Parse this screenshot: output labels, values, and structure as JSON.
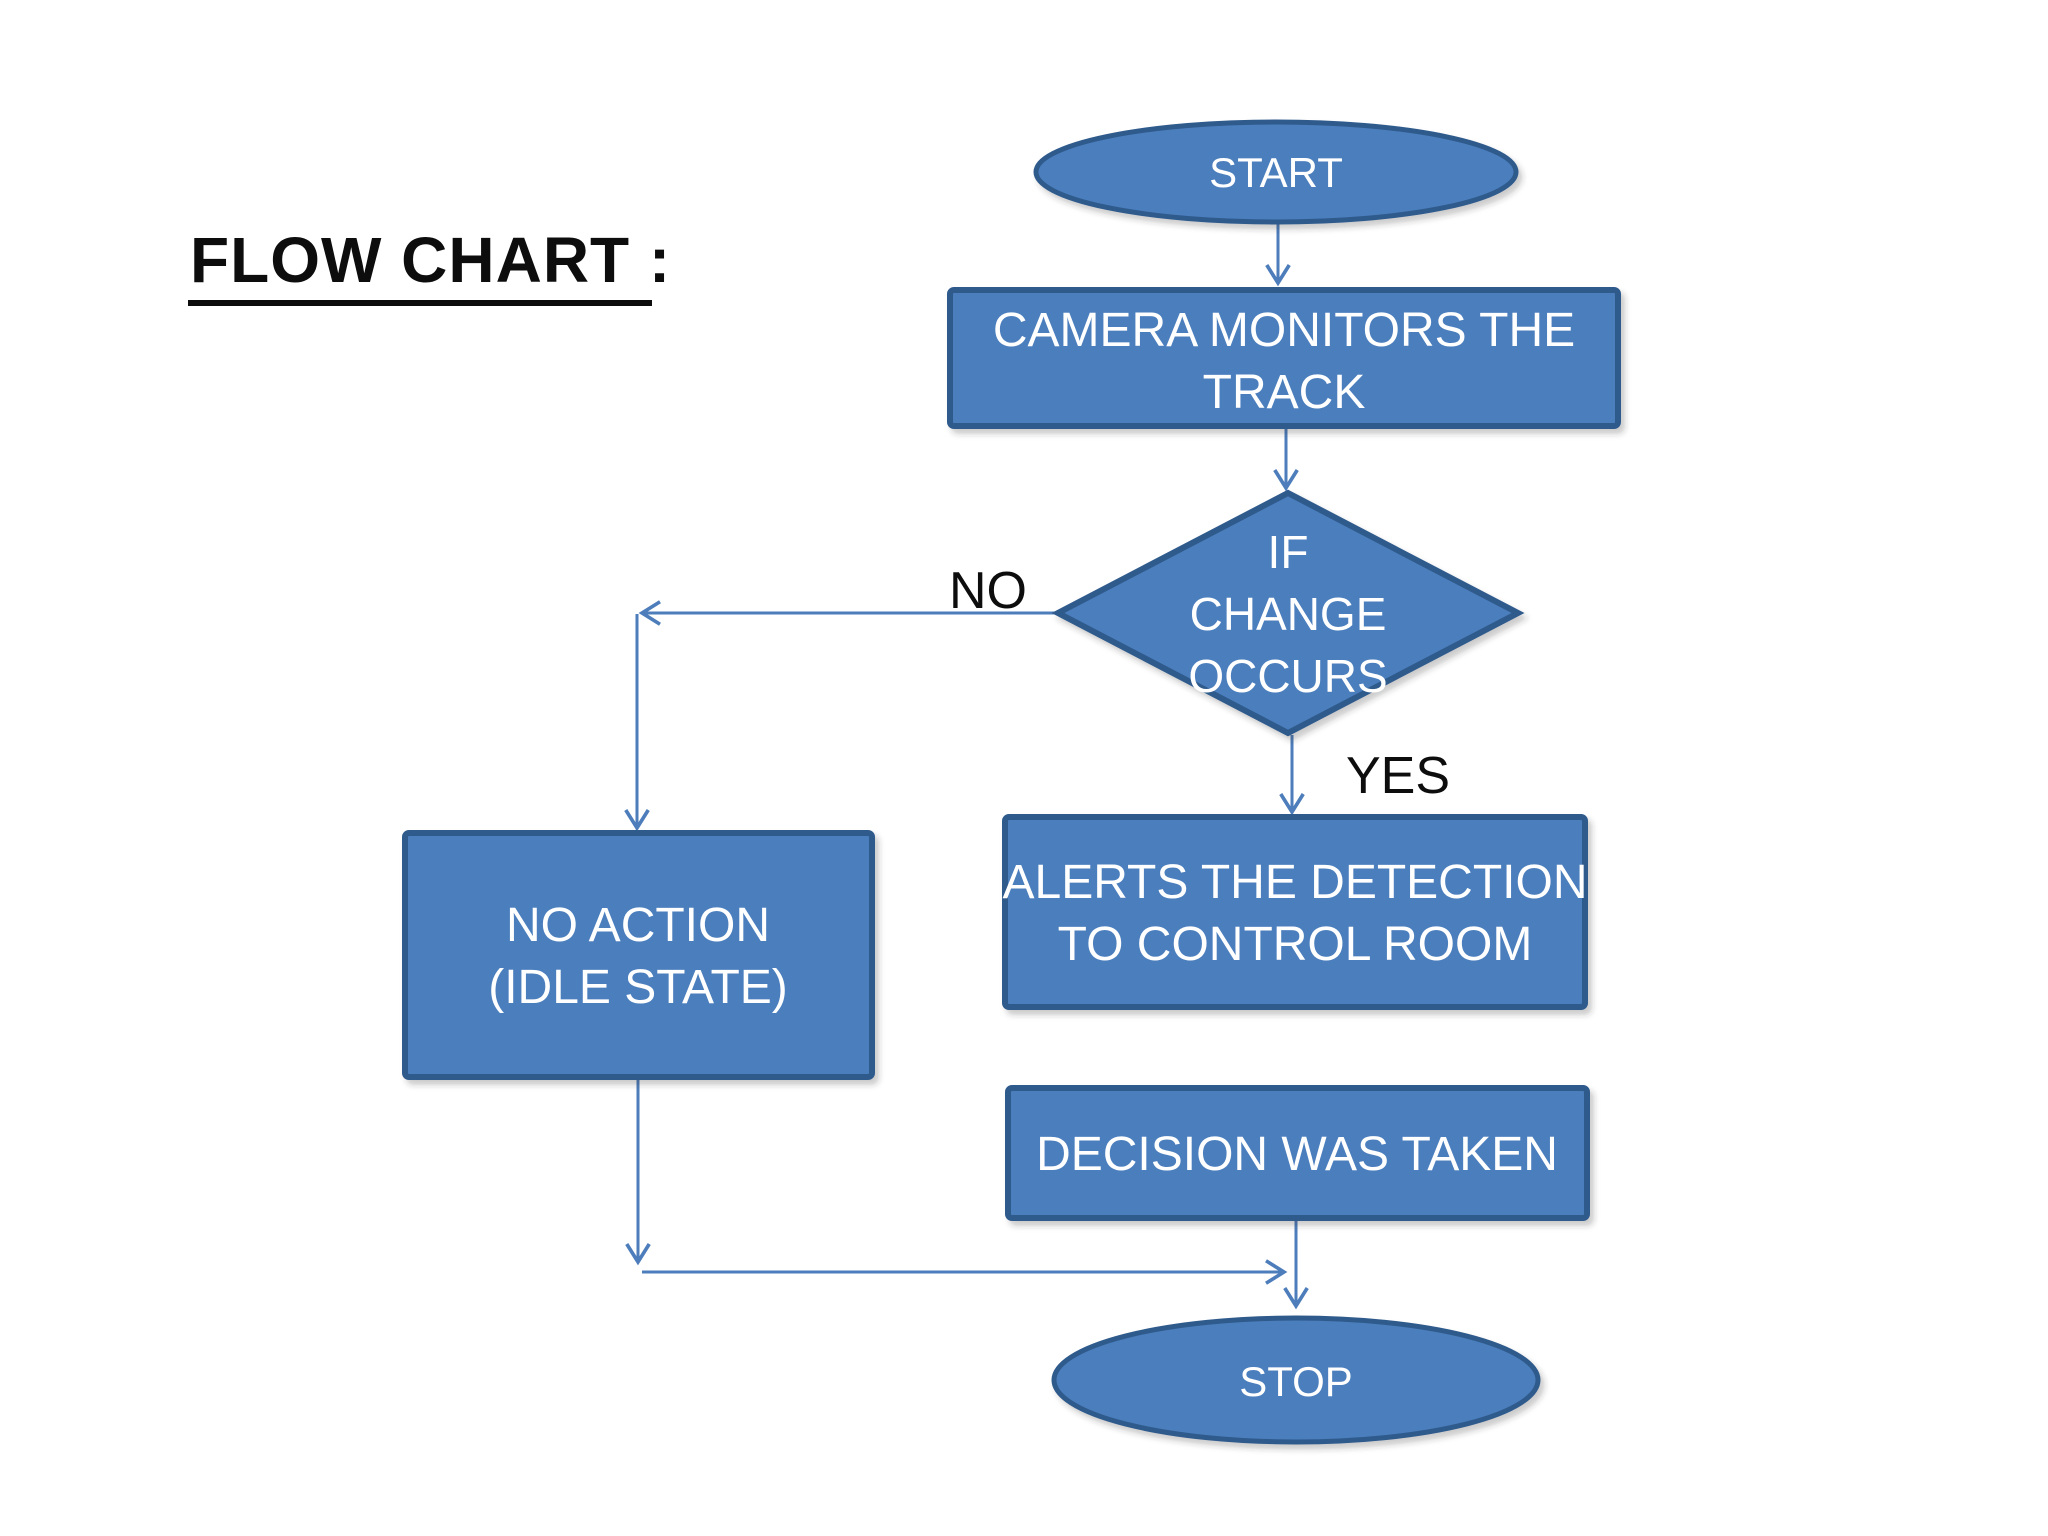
{
  "title": {
    "text": "FLOW CHART :"
  },
  "colors": {
    "background": "#ffffff",
    "node_fill": "#4c7ebd",
    "node_border": "#2f5a8c",
    "connector": "#4d7dbb",
    "node_text": "#ffffff",
    "title_text": "#0d0d0d"
  },
  "flowchart": {
    "nodes": [
      {
        "id": "start",
        "shape": "ellipse",
        "lines": [
          "START"
        ]
      },
      {
        "id": "camera-monitors",
        "shape": "process",
        "lines": [
          "CAMERA MONITORS THE",
          "TRACK"
        ]
      },
      {
        "id": "if-change-occurs",
        "shape": "decision",
        "lines": [
          "IF",
          "CHANGE",
          "OCCURS"
        ]
      },
      {
        "id": "no-action",
        "shape": "process",
        "lines": [
          "NO ACTION",
          "(IDLE STATE)"
        ]
      },
      {
        "id": "alerts-control",
        "shape": "process",
        "lines": [
          "ALERTS THE DETECTION",
          "TO CONTROL ROOM"
        ]
      },
      {
        "id": "decision-taken",
        "shape": "process",
        "lines": [
          "DECISION WAS TAKEN"
        ]
      },
      {
        "id": "stop",
        "shape": "ellipse",
        "lines": [
          "STOP"
        ]
      }
    ],
    "edge_labels": {
      "no": "NO",
      "yes": "YES"
    }
  }
}
